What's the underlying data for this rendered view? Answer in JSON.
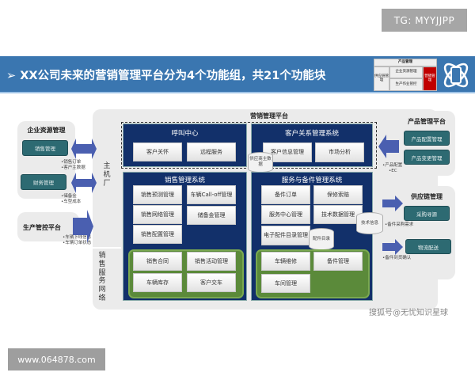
{
  "badge": "TG: MYYJJPP",
  "banner": {
    "title": "➢ XX公司未来的营销管理平台分为4个功能组，共21个功能块",
    "mini": {
      "top": "产品管理",
      "left": "供应链管理",
      "mid1": "企业资源管理",
      "mid2": "生产作业管控",
      "right": "营销管理"
    },
    "icon": "atom-phone-icon"
  },
  "platform": {
    "label": "营销管理平台",
    "oem": "主机厂",
    "network": "销售服务网络",
    "call_center": {
      "title": "呼叫中心",
      "modules": [
        "客户关怀",
        "远程服务"
      ]
    },
    "crm": {
      "title": "客户关系管理系统",
      "modules": [
        "客户信息管理",
        "市场分析"
      ],
      "db": "供应商主数据"
    },
    "sales": {
      "title": "销售管理系统",
      "modules": [
        "销售预测管理",
        "车辆Call-off管理",
        "销售网络管理",
        "储备金管理",
        "销售配置管理"
      ],
      "network_modules": [
        "销售合同",
        "销售活动管理",
        "车辆库存",
        "客户交车"
      ]
    },
    "service": {
      "title": "服务与备件管理系统",
      "modules": [
        "备件订单",
        "保修索赔",
        "服务中心管理",
        "技术数据管理",
        "电子配件目录管理"
      ],
      "db_tech": "技术信息",
      "db_parts": "配件目录",
      "network_modules": [
        "车辆维修",
        "备件管理",
        "车间管理"
      ]
    }
  },
  "left": {
    "erp": {
      "title": "企业资源管理",
      "items": [
        "销售管理",
        "财务管理"
      ],
      "notes1": [
        "•销售订单",
        "•客户主数据"
      ],
      "notes2": [
        "•储备金",
        "•车型成本"
      ]
    },
    "mes": {
      "title": "生产管控平台",
      "notes": [
        "•车辆下线信息",
        "•车辆订单状态"
      ]
    }
  },
  "right": {
    "plm": {
      "title": "产品管理平台",
      "items": [
        "产品配置管理",
        "产品变更管理"
      ],
      "notes": [
        "•产品配置",
        "•EC"
      ]
    },
    "scm": {
      "title": "供应链管理",
      "items": [
        "采购寻源",
        "物流配送"
      ],
      "notes1": [
        "•备件采购需求"
      ],
      "notes2": [
        "•备件到货确认"
      ]
    }
  },
  "watermark_left": "www.064878.com",
  "watermark_right": "搜狐号@无忧知识星球"
}
